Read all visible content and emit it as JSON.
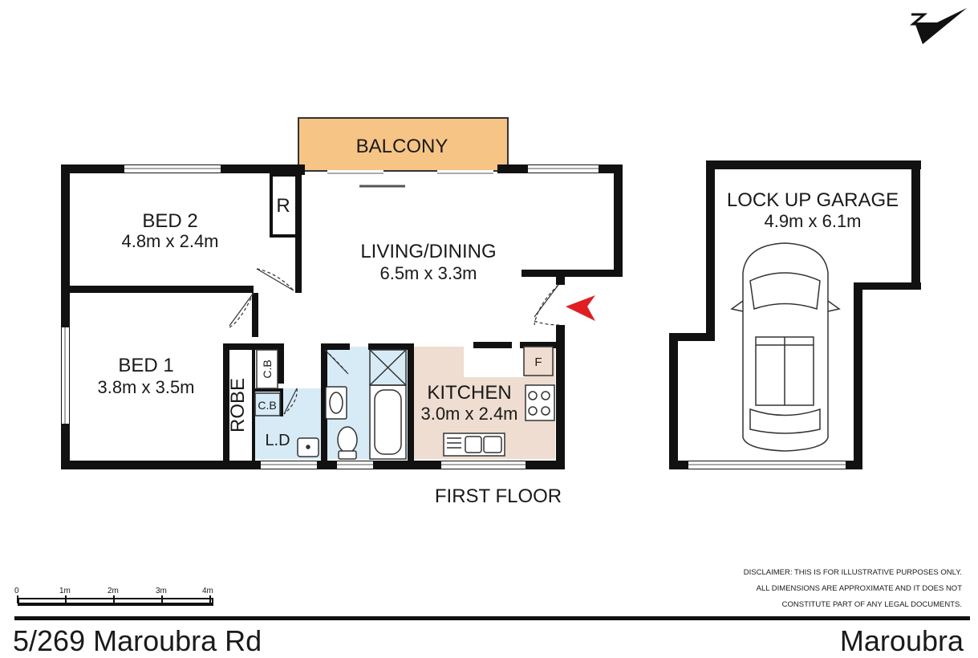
{
  "rooms": {
    "balcony": {
      "name": "BALCONY"
    },
    "bed2": {
      "name": "BED 2",
      "dims": "4.8m x 2.4m"
    },
    "robe_small": {
      "name": "R"
    },
    "living": {
      "name": "LIVING/DINING",
      "dims": "6.5m x 3.3m"
    },
    "bed1": {
      "name": "BED 1",
      "dims": "3.8m x 3.5m"
    },
    "robe": {
      "name": "ROBE"
    },
    "cb_upper": {
      "name": "C.B"
    },
    "cb_lower": {
      "name": "C.B"
    },
    "laundry": {
      "name": "L.D"
    },
    "kitchen": {
      "name": "KITCHEN",
      "dims": "3.0m x 2.4m"
    },
    "fridge": {
      "name": "F"
    },
    "garage": {
      "name": "LOCK UP GARAGE",
      "dims": "4.9m x 6.1m"
    }
  },
  "floor_label": "FIRST FLOOR",
  "scale_bar": {
    "ticks": [
      "0",
      "1m",
      "2m",
      "3m",
      "4m"
    ]
  },
  "disclaimer": [
    "DISCLAIMER: THIS IS FOR ILLUSTRATIVE PURPOSES ONLY.",
    "ALL DIMENSIONS ARE APPROXIMATE AND IT DOES NOT",
    "CONSTITUTE PART OF ANY LEGAL DOCUMENTS."
  ],
  "footer": {
    "address": "5/269 Maroubra Rd",
    "suburb": "Maroubra"
  },
  "colors": {
    "balcony": "#f6c485",
    "wet_area": "#d7ebf6",
    "kitchen": "#eeddd0",
    "wall": "#111111",
    "entry_arrow": "#e11d24"
  },
  "icons": [
    "north-arrow-icon",
    "entry-arrow-icon",
    "car-icon",
    "sink-icon",
    "toilet-icon",
    "bathtub-icon",
    "shower-icon",
    "cooktop-icon"
  ]
}
